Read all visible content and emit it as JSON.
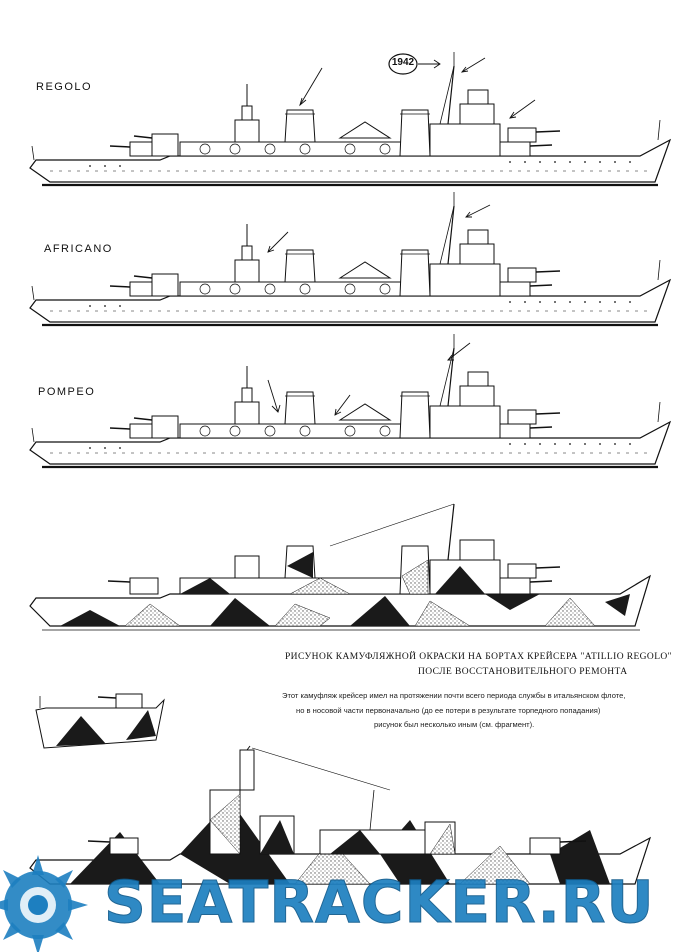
{
  "ships": [
    {
      "name": "REGOLO"
    },
    {
      "name": "AFRICANO"
    },
    {
      "name": "POMPEO"
    }
  ],
  "year_badge": "1942",
  "caption": {
    "line1": "РИСУНОК КАМУФЛЯЖНОЙ ОКРАСКИ НА БОРТАХ КРЕЙСЕРА \"ATILLIO REGOLO\"",
    "line2": "ПОСЛЕ ВОССТАНОВИТЕЛЬНОГО РЕМОНТА"
  },
  "note": {
    "line1": "Этот камуфляж крейсер имел на протяжении почти всего периода службы в итальянском флоте,",
    "line2": "но в носовой части первоначально (до ее потери в результате торпедного попадания)",
    "line3": "рисунок был несколько иным (см. фрагмент)."
  },
  "watermark": "SEATRACKER.RU",
  "colors": {
    "ink": "#111111",
    "camo_dark": "#1a1a1a",
    "camo_grey": "#8a8a8a",
    "watermark": "#1d7fc0"
  }
}
